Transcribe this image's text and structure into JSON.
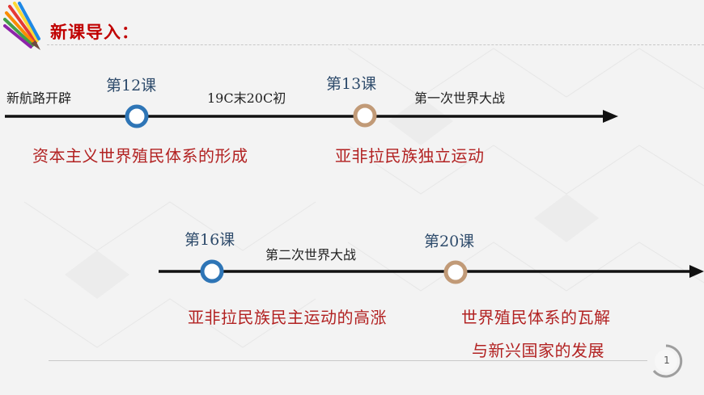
{
  "header": {
    "title": "新课导入："
  },
  "timeline_top": {
    "start_label": "新航路开辟",
    "middle_label": "19C末20C初",
    "end_label": "第一次世界大战",
    "lesson_a": "第12课",
    "lesson_b": "第13课",
    "topic_a": "资本主义世界殖民体系的形成",
    "topic_b": "亚非拉民族独立运动",
    "marker_a_color": "#2e75b6",
    "marker_b_color": "#c19a77"
  },
  "timeline_bottom": {
    "middle_label": "第二次世界大战",
    "lesson_a": "第16课",
    "lesson_b": "第20课",
    "topic_a": "亚非拉民族民主运动的高涨",
    "topic_b_line1": "世界殖民体系的瓦解",
    "topic_b_line2": "与新兴国家的发展",
    "marker_a_color": "#2e75b6",
    "marker_b_color": "#c19a77"
  },
  "footer": {
    "page_number": "1"
  },
  "colors": {
    "title_red": "#c00000",
    "topic_red": "#b22222",
    "lesson_blue": "#2e4b6b",
    "axis_black": "#111111"
  }
}
